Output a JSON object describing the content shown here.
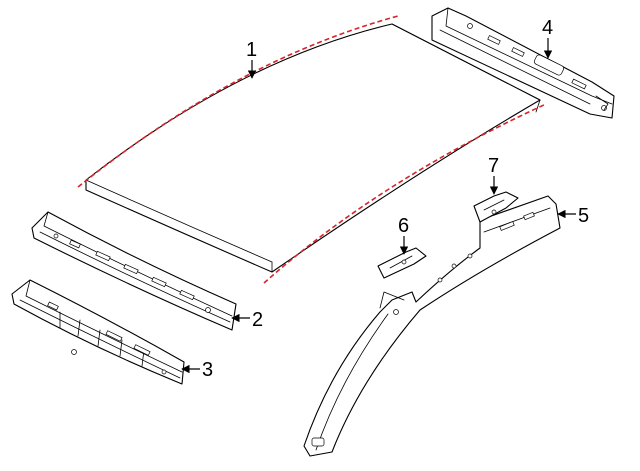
{
  "callouts": [
    {
      "id": "1",
      "label": "1"
    },
    {
      "id": "2",
      "label": "2"
    },
    {
      "id": "3",
      "label": "3"
    },
    {
      "id": "4",
      "label": "4"
    },
    {
      "id": "5",
      "label": "5"
    },
    {
      "id": "6",
      "label": "6"
    },
    {
      "id": "7",
      "label": "7"
    }
  ],
  "colors": {
    "outline": "#000000",
    "highlight_dash": "#d9232a",
    "background": "#ffffff"
  }
}
